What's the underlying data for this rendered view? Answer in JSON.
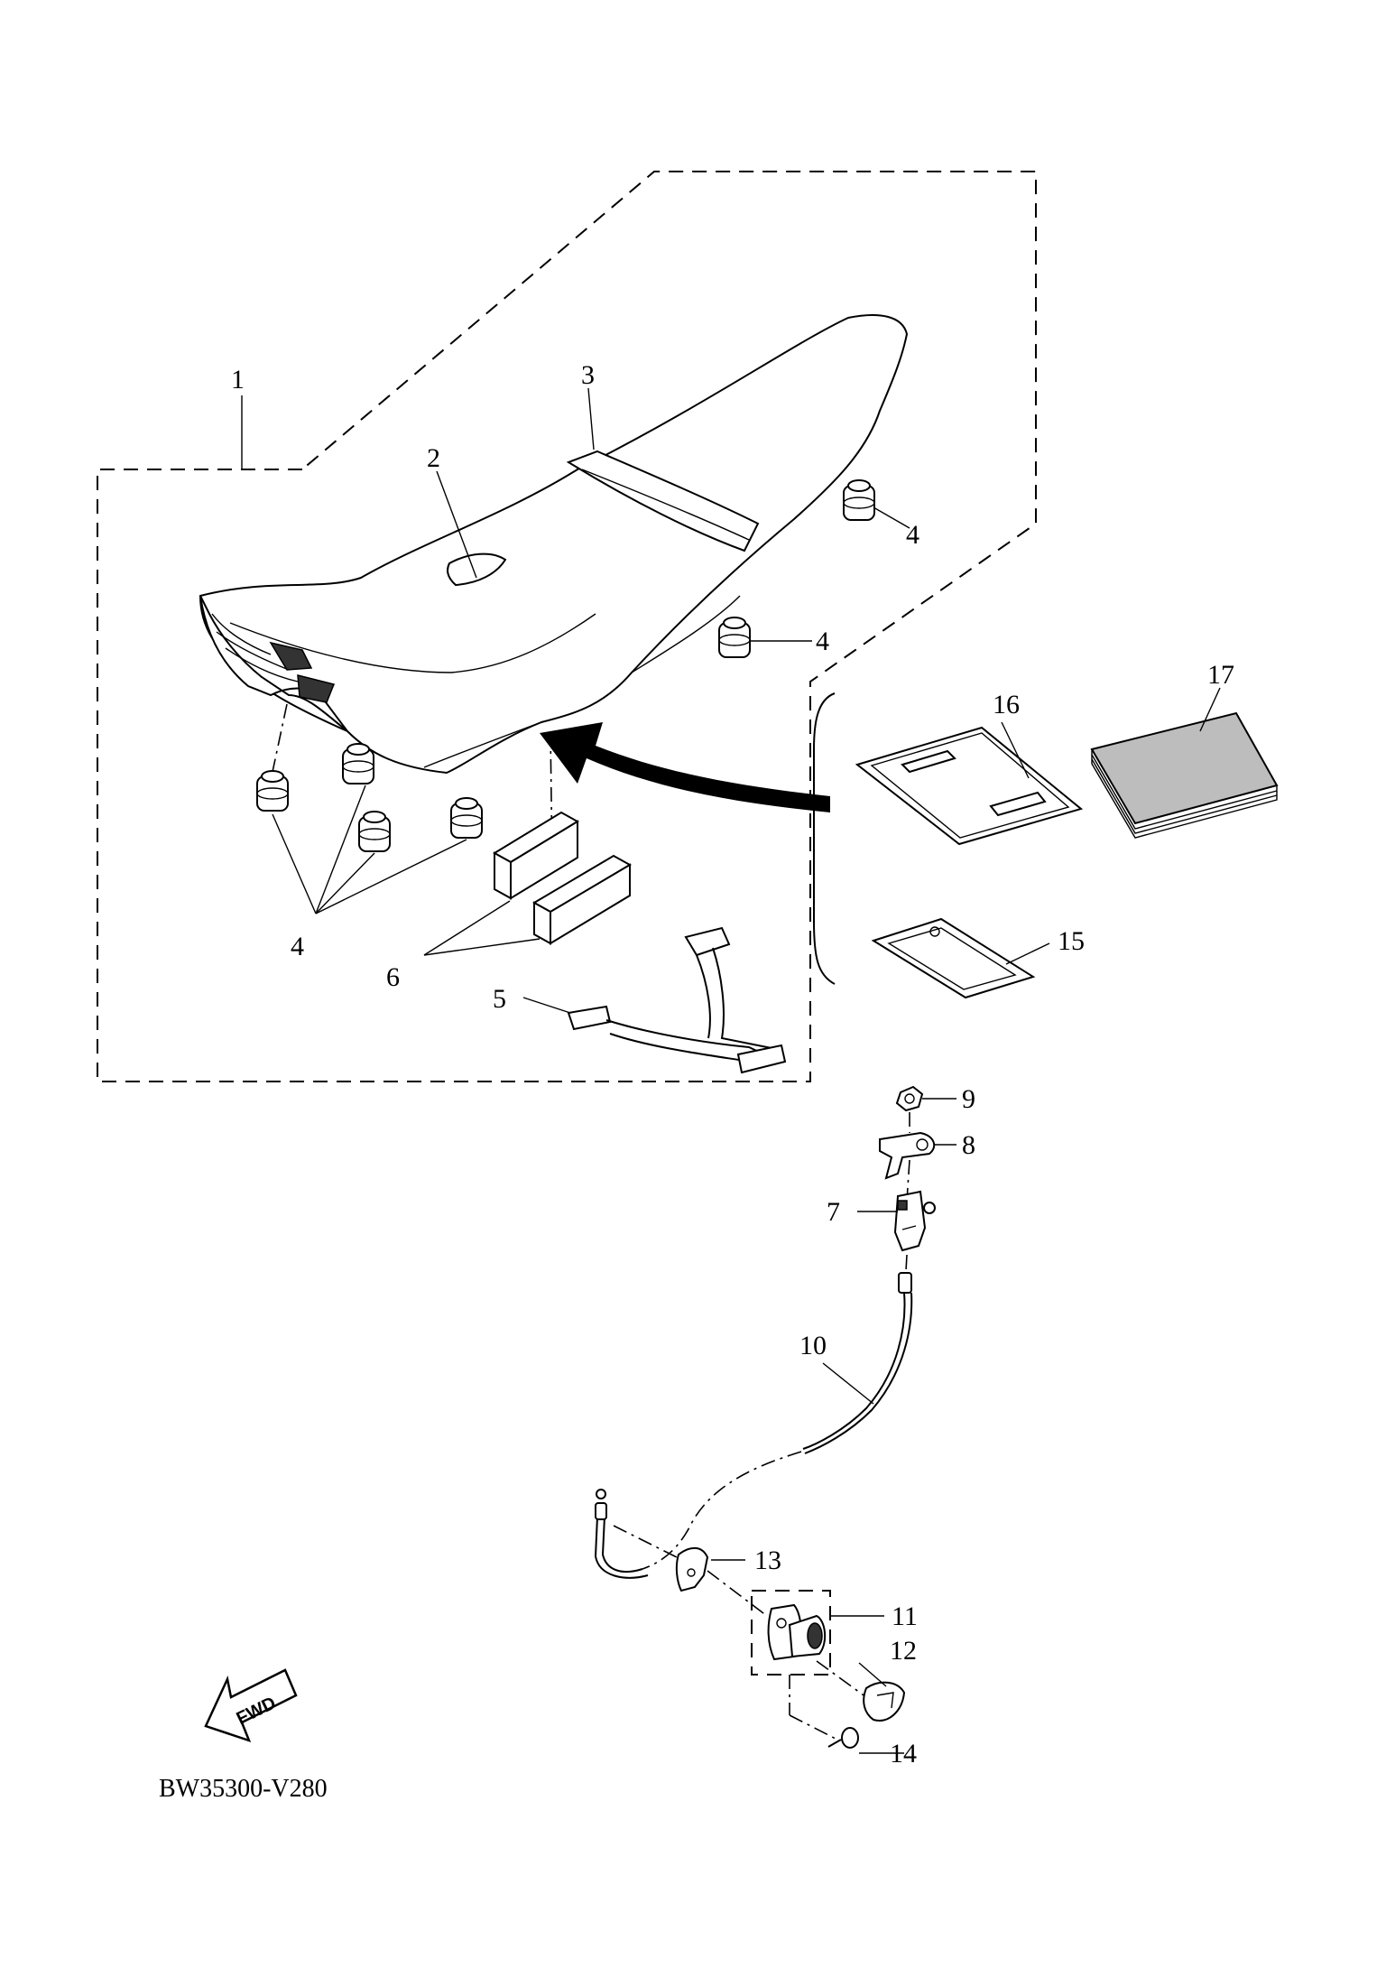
{
  "callouts": {
    "c1": "1",
    "c2": "2",
    "c3": "3",
    "c4a": "4",
    "c4b": "4",
    "c4c": "4",
    "c5": "5",
    "c6": "6",
    "c7": "7",
    "c8": "8",
    "c9": "9",
    "c10": "10",
    "c11": "11",
    "c12": "12",
    "c13": "13",
    "c14": "14",
    "c15": "15",
    "c16": "16",
    "c17": "17"
  },
  "fwd_label": "FWD",
  "diagram_code": "BW35300-V280"
}
